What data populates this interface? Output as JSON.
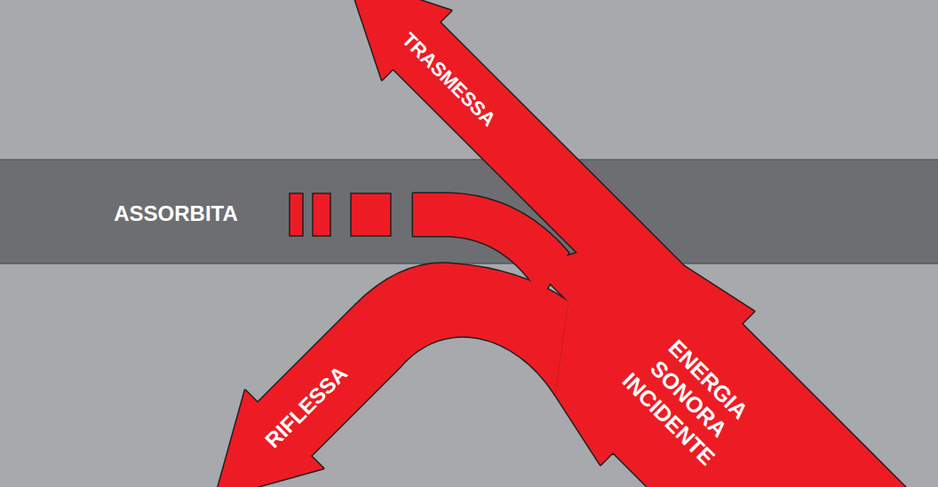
{
  "diagram": {
    "labels": [
      "TRASMESSA",
      "ASSORBITA",
      "ENERGIA SONORA INCIDENTE",
      "RIFLESSA"
    ]
  }
}
